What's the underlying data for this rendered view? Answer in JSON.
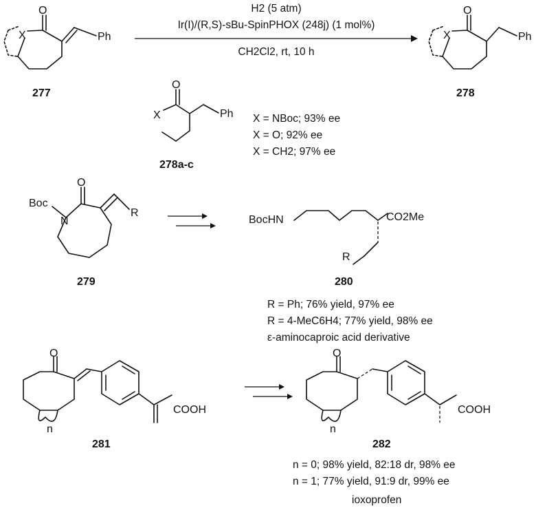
{
  "reaction": {
    "conditions": {
      "line1": "H2 (5 atm)",
      "line2": "Ir(I)/(R,S)-sBu-SpinPHOX (248j) (1 mol%)",
      "line3": "CH2Cl2, rt, 10 h"
    },
    "substrate_id": "277",
    "product_id": "278"
  },
  "examples_278": {
    "id": "278a-c",
    "items": [
      "X = NBoc; 93% ee",
      "X = O; 92% ee",
      "X = CH2; 97% ee"
    ]
  },
  "example_279": {
    "substrate_id": "279",
    "product_id": "280",
    "items": [
      "R = Ph; 76% yield, 97% ee",
      "R = 4-MeC6H4; 77% yield, 98% ee",
      "ε-aminocaproic acid derivative"
    ]
  },
  "example_281": {
    "substrate_id": "281",
    "product_id": "282",
    "items": [
      "n = 0; 98% yield, 82:18 dr, 98% ee",
      "n = 1; 77% yield, 91:9 dr, 99% ee"
    ],
    "name": "ioxoprofen"
  },
  "atoms": {
    "O": "O",
    "X": "X",
    "Ph": "Ph",
    "R": "R",
    "n": "n",
    "Boc": "Boc",
    "N": "N",
    "BocHN": "BocHN",
    "CO2Me": "CO2Me",
    "COOH": "COOH"
  }
}
